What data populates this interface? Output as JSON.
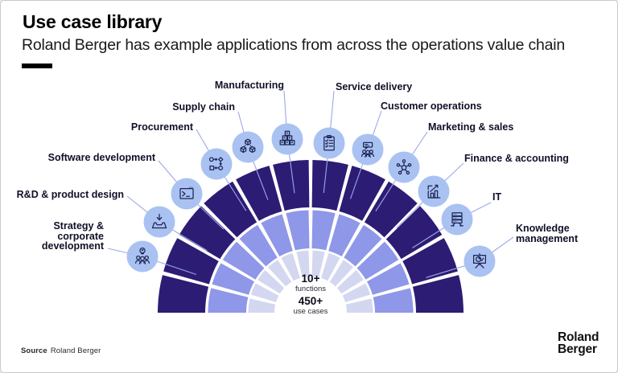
{
  "slide": {
    "title": "Use case library",
    "subtitle": "Roland Berger has example applications from across the operations value chain"
  },
  "diagram": {
    "center": {
      "functions_value": "10+",
      "functions_label": "functions",
      "use_cases_value": "450+",
      "use_cases_label": "use cases"
    },
    "functions": [
      {
        "label": "Strategy &\ncorporate\ndevelopment",
        "icon": "people-lightbulb"
      },
      {
        "label": "R&D & product design",
        "icon": "inbox-arrow"
      },
      {
        "label": "Software development",
        "icon": "terminal-window"
      },
      {
        "label": "Procurement",
        "icon": "flowchart"
      },
      {
        "label": "Supply chain",
        "icon": "cubes"
      },
      {
        "label": "Manufacturing",
        "icon": "stacked-blocks"
      },
      {
        "label": "Service delivery",
        "icon": "clipboard-checklist"
      },
      {
        "label": "Customer operations",
        "icon": "people-chat"
      },
      {
        "label": "Marketing & sales",
        "icon": "network-nodes"
      },
      {
        "label": "Finance & accounting",
        "icon": "bar-chart-growth"
      },
      {
        "label": "IT",
        "icon": "server-stack"
      },
      {
        "label": "Knowledge\nmanagement",
        "icon": "presentation-board"
      }
    ],
    "colors": {
      "ring_outer": "#2d1c74",
      "ring_middle": "#8e97e8",
      "ring_inner": "#d3d7f0",
      "icon_circle": "#a9c2f2",
      "icon_stroke": "#1d2554",
      "connector": "#9aa8ec"
    }
  },
  "footer": {
    "source_label": "Source",
    "source_value": "Roland Berger",
    "logo": "Roland\nBerger"
  }
}
